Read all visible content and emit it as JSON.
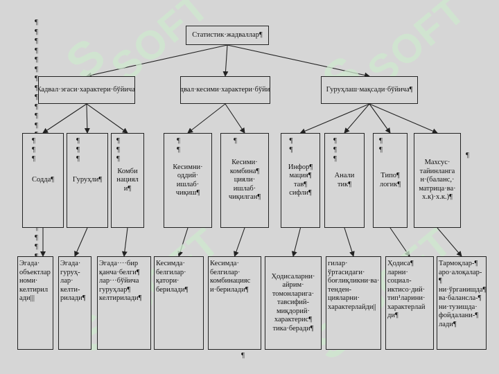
{
  "watermark": "SOFT",
  "root": "Статистик·жадваллар¶",
  "groups": [
    "Жадвал·эгаси·характери·бўйича¶",
    "Жадвал·кесими·характери·бўйича¶",
    "Гуруҳлаш·мақсади·бўйича¶"
  ],
  "types": [
    "Содда¶",
    "Гуруҳли¶",
    "Комби\nнациял\nи¶",
    "Кесимни·\nоддий·\nишлаб·\nчиқиш¶",
    "Кесими·\nкомбина¶\nцияли·\nишлаб·\nчиқилган¶",
    "Инфор¶\nмация¶\nтав¶\nсифли¶",
    "Анали\nтик¶",
    "Типо¶\nлогик¶",
    "Махсус·\nтайинланга\nн·(баланс,·\nматрица·ва·\nх.к)·х.к.)¶"
  ],
  "descriptions": [
    "Эгада·\nобъектлар\nноми·\nкелтирил\nади|||",
    "Эгада·\nгуруҳ-\nлар·\nкелти-\nрилади¶",
    "Эгада····бир\nқанча·белги¶\nлар···бўйича\nгуруҳлар¶\nкелтирилади¶",
    "Кесимда·\nбелгилар·\nқатори·\nберилади¶",
    "Кесимда·\nбелгилар·\nкомбинацияс\nи·берилади¶",
    "Ҳодисаларни·\nайрим·\nтомонларига·\nтавсифий-\nмиқдорий·\nхарактерис¶\nтика·беради¶",
    "гилар·\nўртасидаги·\nбоғлиқликни·ва·\nтенден-\nцияларни·\nхарактерлайди||",
    "Ҳодиса¶\nларни·\nсоциал-\nиктисо·дий·\nтип¹ларини·\nхарактерлай\nди¶",
    "Тармоқлар-¶\nаро·алоқалар-¶\nни·ўрганишда¶\nва·балансла-¶\nни·тузишда·\nфойдалани-¶\nлади¶"
  ],
  "pilcrow": "¶"
}
